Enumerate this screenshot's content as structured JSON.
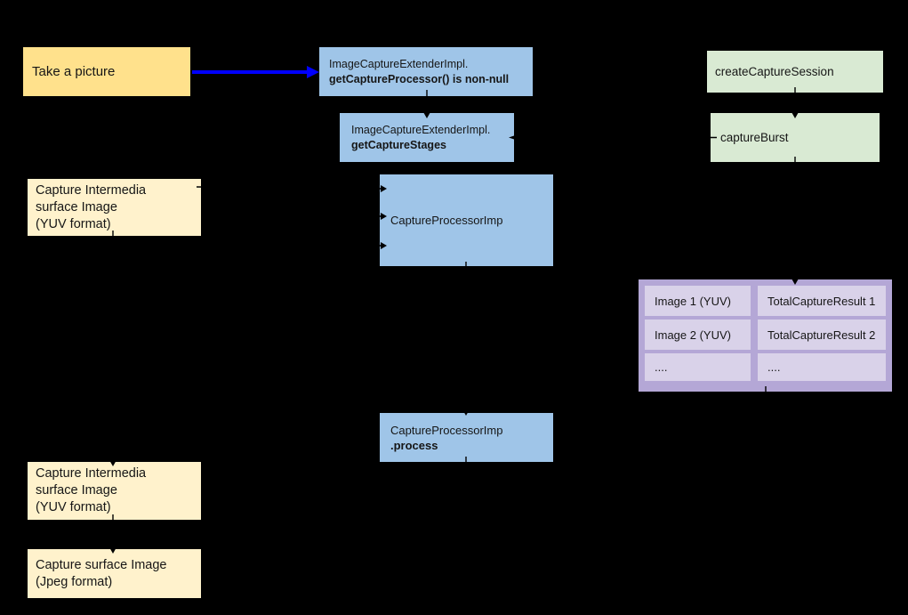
{
  "palette": {
    "background": "#000000",
    "text": "#161616",
    "yellow": "#ffe18c",
    "cream": "#fff2cc",
    "blue": "#9fc5e8",
    "green": "#d9ead3",
    "purple_outer": "#b4a7d6",
    "purple_cell": "#d9d2e9",
    "arrow_blue": "#0000ff",
    "connector": "#000000"
  },
  "nodes": {
    "takeAPicture": {
      "label": "Take a picture"
    },
    "getCaptureProcessor": {
      "line1": "ImageCaptureExtenderImpl.",
      "line2": "getCaptureProcessor() is non-null"
    },
    "getCaptureStages": {
      "line1": "ImageCaptureExtenderImpl.",
      "line2": "getCaptureStages"
    },
    "createCaptureSession": {
      "label": "createCaptureSession"
    },
    "captureBurst": {
      "label": "captureBurst"
    },
    "captureIntermedia1": {
      "lines": [
        "Capture Intermedia",
        "surface Image",
        "(YUV format)"
      ]
    },
    "captureProcessorImp": {
      "label": "CaptureProcessorImp"
    },
    "captureProcessorProcess": {
      "line1": "CaptureProcessorImp",
      "line2": ".process"
    },
    "captureIntermedia2": {
      "lines": [
        "Capture Intermedia",
        "surface Image",
        "(YUV format)"
      ]
    },
    "captureSurfaceJpeg": {
      "lines": [
        "Capture surface Image",
        "(Jpeg format)"
      ]
    }
  },
  "resultsTable": {
    "rows": [
      [
        "Image 1 (YUV)",
        "TotalCaptureResult 1"
      ],
      [
        "Image 2 (YUV)",
        "TotalCaptureResult 2"
      ],
      [
        "....",
        "...."
      ]
    ]
  }
}
